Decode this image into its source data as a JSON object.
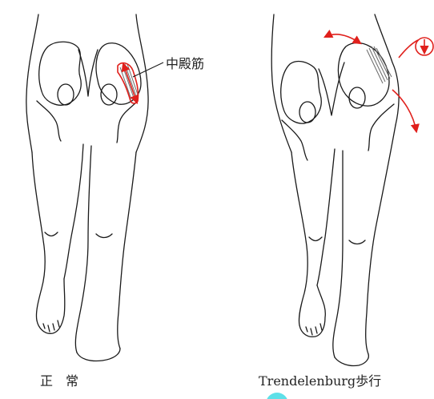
{
  "figure": {
    "left_panel": {
      "caption": "正　常",
      "muscle_label": "中殿筋"
    },
    "right_panel": {
      "caption": "Trendelenburg歩行"
    },
    "colors": {
      "line": "#1a1a1a",
      "arrow": "#e0201c",
      "muscle_hatch": "#6a6a6a",
      "badge": "#5ee0e8"
    }
  }
}
